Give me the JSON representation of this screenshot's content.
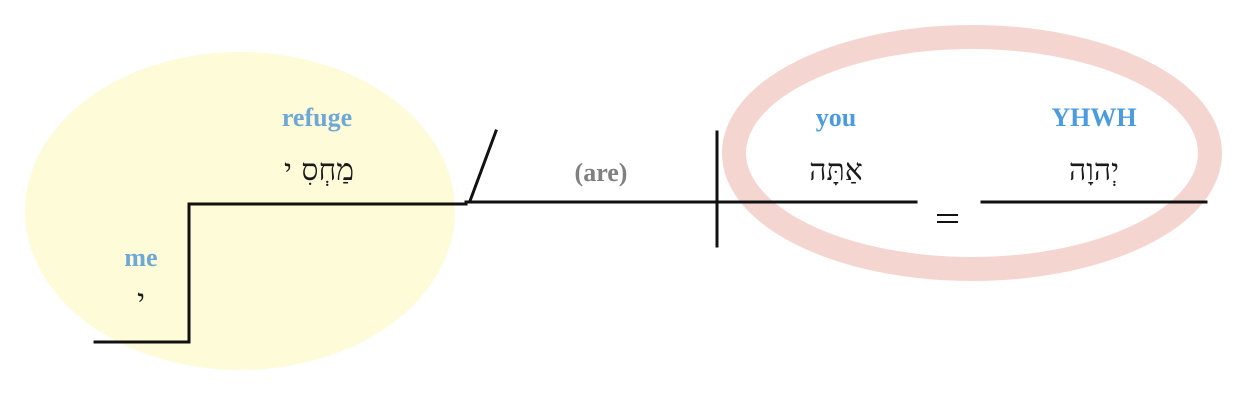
{
  "colors": {
    "yellow_highlight": "#fdfbd8",
    "pink_ring": "#f5d5d0",
    "gloss_blue": "#6fa8d6",
    "gloss_bright_blue": "#4a9be0",
    "gloss_gray": "#808080",
    "line": "#111111"
  },
  "words": {
    "refuge": {
      "gloss": "refuge",
      "hebrew": "מַחְסִ י"
    },
    "me": {
      "gloss": "me",
      "hebrew": "י"
    },
    "copula": {
      "gloss": "(are)"
    },
    "you": {
      "gloss": "you",
      "hebrew": "אַתָּה"
    },
    "yhwh": {
      "gloss": "YHWH",
      "hebrew": "יְהוָה"
    }
  },
  "equals_symbol": "="
}
